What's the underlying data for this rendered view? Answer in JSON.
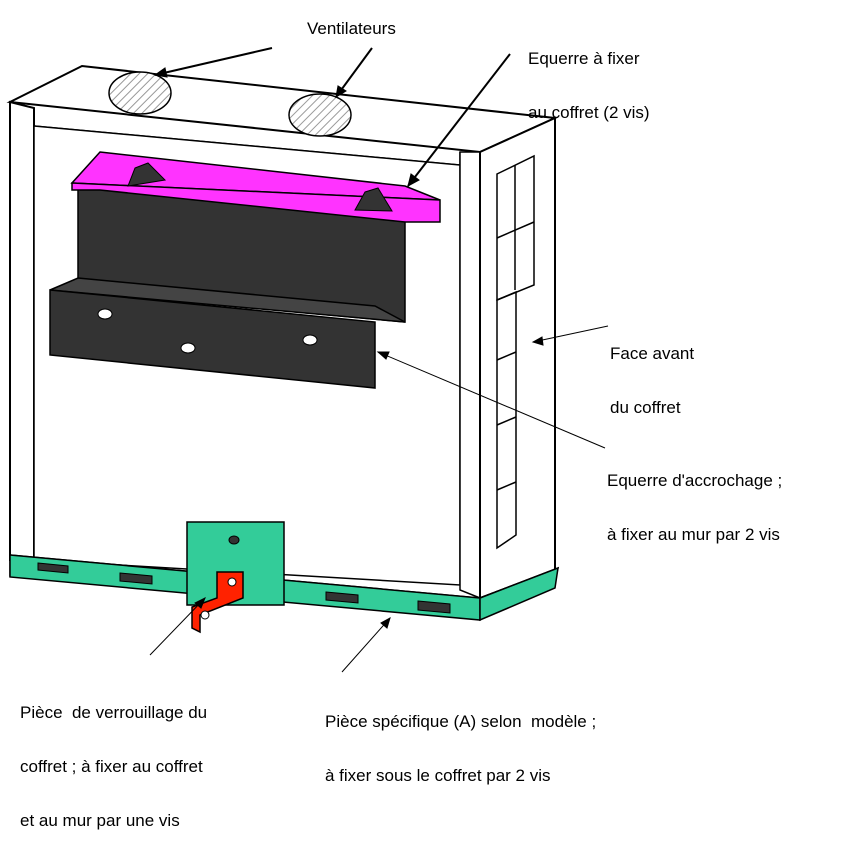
{
  "labels": {
    "ventilateurs": "Ventilateurs",
    "equerre_coffret": [
      "Equerre à fixer",
      "au coffret (2 vis)"
    ],
    "face_avant": [
      "Face avant",
      "du coffret"
    ],
    "equerre_accrochage": [
      "Equerre d'accrochage ;",
      "à fixer au mur par 2 vis"
    ],
    "piece_verrouillage": [
      "Pièce  de verrouillage du",
      "coffret ; à fixer au coffret",
      "et au mur par une vis"
    ],
    "piece_specifique": [
      "Pièce spécifique (A) selon  modèle ;",
      "à fixer sous le coffret par 2 vis"
    ]
  },
  "colors": {
    "outline": "#000000",
    "panel": "#ffffff",
    "magenta_bracket": "#ff33ff",
    "dark_bracket": "#333333",
    "green_plate": "#33cc99",
    "red_lock": "#ff2200",
    "fan_hatch": "#999999"
  }
}
